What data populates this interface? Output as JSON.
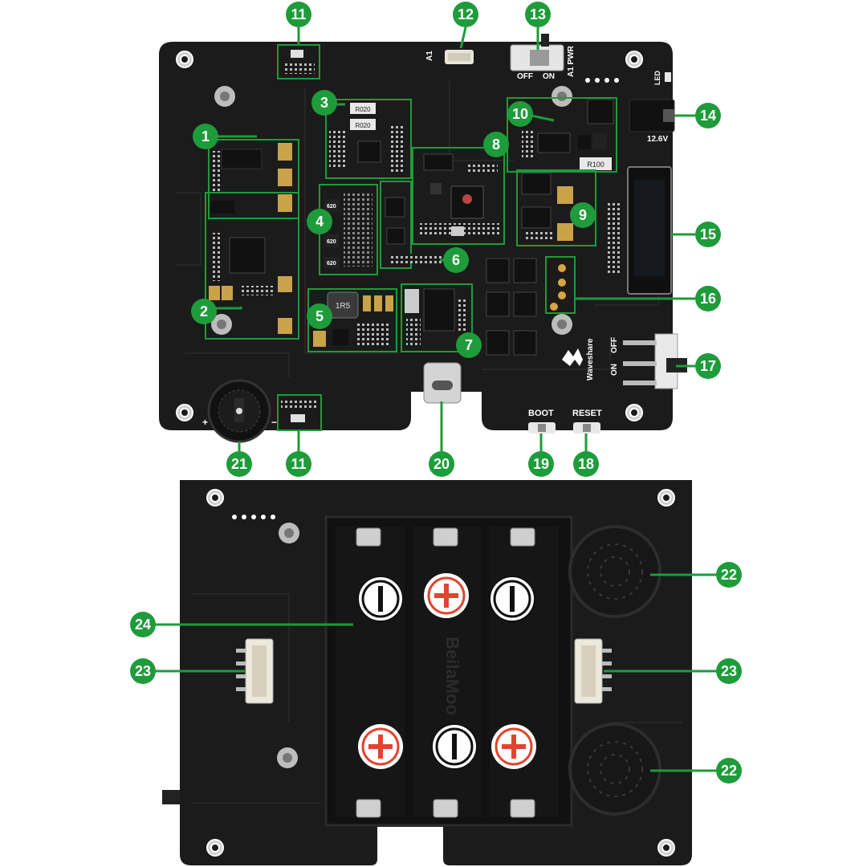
{
  "colors": {
    "callout": "#1e9b3a",
    "callout_text": "#ffffff",
    "pcb": "#1b1b1b",
    "pcb_trace": "#262626",
    "battery_holder": "#111111",
    "positive_mark": "#e0452f",
    "silkscreen": "#ffffff"
  },
  "silkscreen": {
    "a1": "A1",
    "off": "OFF",
    "on": "ON",
    "a1_pwr": "A1 PWR",
    "led": "LED",
    "voltage": "12.6V",
    "switch_on": "ON",
    "switch_off": "OFF",
    "boot": "BOOT",
    "reset": "RESET",
    "brand": "Waveshare",
    "r020_a": "R020",
    "r020_b": "R020",
    "r100": "R100",
    "ind_1r5": "1R5",
    "ind_620a": "620",
    "ind_620b": "620",
    "ind_620c": "620",
    "battery_brand": "BeilaMoo",
    "plus": "+",
    "minus": "−"
  },
  "callouts": {
    "c1": "1",
    "c2": "2",
    "c3": "3",
    "c4": "4",
    "c5": "5",
    "c6": "6",
    "c7": "7",
    "c8": "8",
    "c9": "9",
    "c10": "10",
    "c11a": "11",
    "c11b": "11",
    "c12": "12",
    "c13": "13",
    "c14": "14",
    "c15": "15",
    "c16": "16",
    "c17": "17",
    "c18": "18",
    "c19": "19",
    "c20": "20",
    "c21": "21",
    "c22a": "22",
    "c22b": "22",
    "c23a": "23",
    "c23b": "23",
    "c24": "24"
  }
}
